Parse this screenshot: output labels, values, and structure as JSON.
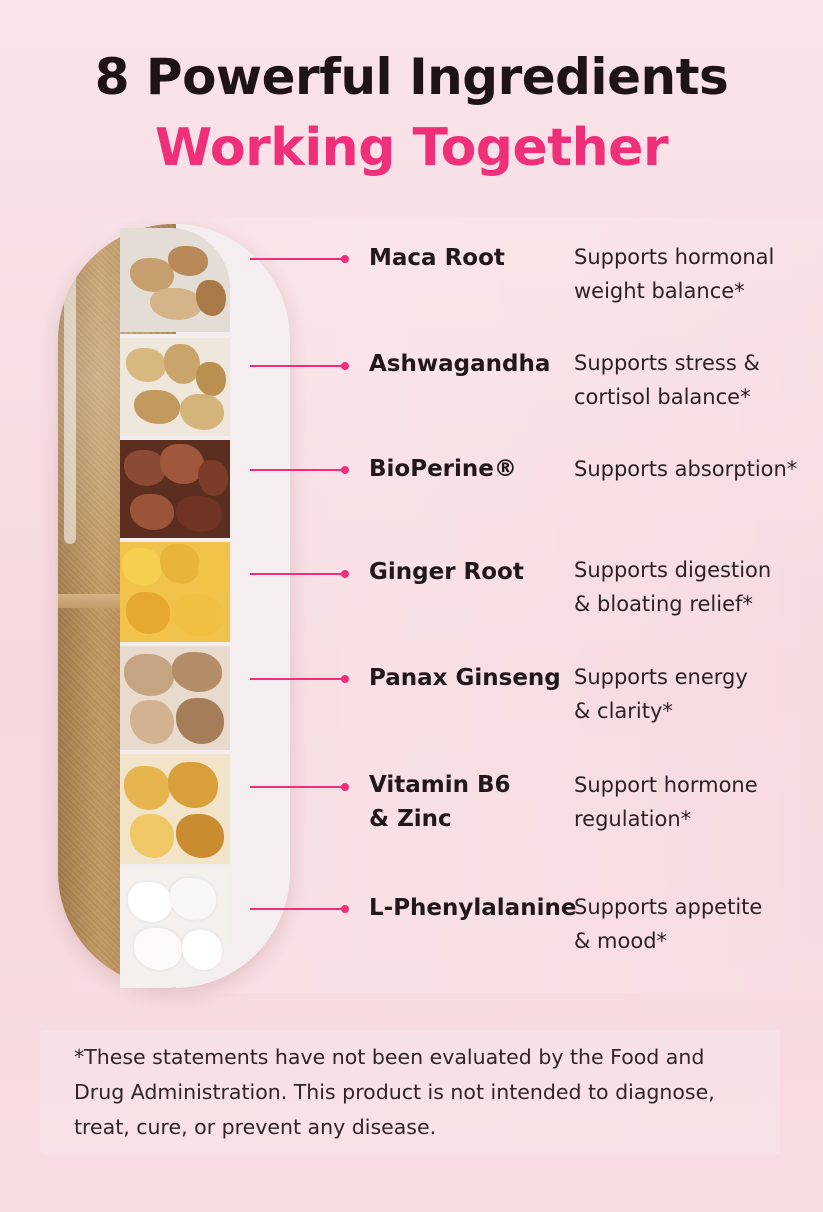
{
  "header": {
    "line1": "8 Powerful Ingredients",
    "line2": "Working Together"
  },
  "colors": {
    "accent": "#ef2f7a",
    "background": "#f7dde3",
    "text": "#20181a"
  },
  "ingredients": [
    {
      "name": "Maca Root",
      "desc": "Supports hormonal\nweight balance*",
      "icon": "maca-root-icon"
    },
    {
      "name": "Ashwagandha",
      "desc": "Supports stress &\ncortisol balance*",
      "icon": "ashwagandha-icon"
    },
    {
      "name": "BioPerine®",
      "desc": "Supports absorption*",
      "icon": "bioperine-icon"
    },
    {
      "name": "Ginger Root",
      "desc": "Supports digestion\n& bloating relief*",
      "icon": "ginger-root-icon"
    },
    {
      "name": "Panax Ginseng",
      "desc": "Supports energy\n& clarity*",
      "icon": "panax-ginseng-icon"
    },
    {
      "name": "Vitamin B6\n& Zinc",
      "desc": "Support hormone\nregulation*",
      "icon": "vitamin-b6-zinc-icon"
    },
    {
      "name": "L-Phenylalanine",
      "desc": "Supports appetite\n& mood*",
      "icon": "l-phenylalanine-icon"
    }
  ],
  "disclaimer": "*These statements have not been evaluated by the Food and Drug Administration. This product is not intended to diagnose, treat, cure, or prevent any disease."
}
